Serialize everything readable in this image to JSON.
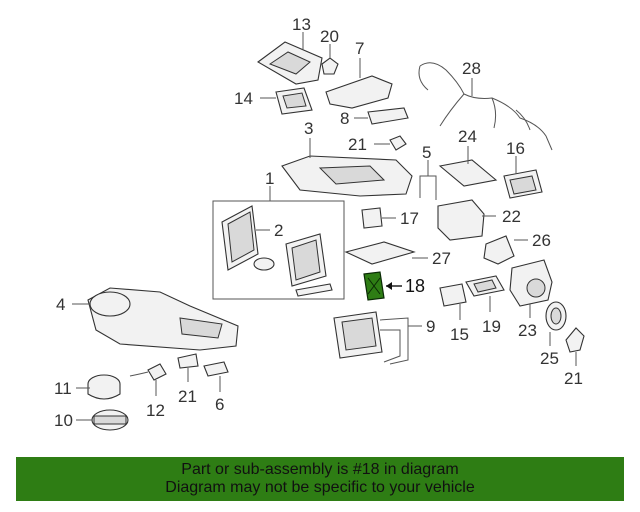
{
  "callouts": {
    "c1": "1",
    "c2": "2",
    "c3": "3",
    "c4": "4",
    "c5": "5",
    "c6": "6",
    "c7": "7",
    "c8": "8",
    "c9": "9",
    "c10": "10",
    "c11": "11",
    "c12": "12",
    "c13": "13",
    "c14": "14",
    "c15": "15",
    "c16": "16",
    "c17": "17",
    "c18": "18",
    "c19": "19",
    "c20": "20",
    "c21a": "21",
    "c21b": "21",
    "c21c": "21",
    "c22": "22",
    "c23": "23",
    "c24": "24",
    "c25": "25",
    "c26": "26",
    "c27": "27",
    "c28": "28"
  },
  "highlight": {
    "part_number": "18",
    "color": "#2e7d14"
  },
  "banner": {
    "line1": "Part or sub-assembly is #18 in diagram",
    "line2": "Diagram may not be specific to your vehicle",
    "background": "#2e7d14"
  }
}
